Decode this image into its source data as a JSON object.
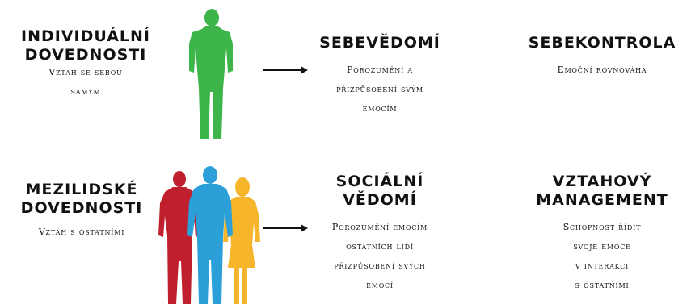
{
  "row1": {
    "left": {
      "title_lines": [
        "INDIVIDUÁLNÍ",
        "DOVEDNOSTI"
      ],
      "subtitle_lines": [
        "Vztah se sebou",
        "samým"
      ]
    },
    "mid": {
      "title": "SEBEVĚDOMÍ",
      "desc_lines": [
        "Porozumění a",
        "přizpůsobení svým",
        "emocím"
      ]
    },
    "right": {
      "title": "SEBEKONTROLA",
      "desc_lines": [
        "Emoční rovnováha"
      ]
    }
  },
  "row2": {
    "left": {
      "title_lines": [
        "MEZILIDSKÉ",
        "DOVEDNOSTI"
      ],
      "subtitle_lines": [
        "Vztah s ostatními"
      ]
    },
    "mid": {
      "title_lines": [
        "SOCIÁLNÍ",
        "VĚDOMÍ"
      ],
      "desc_lines": [
        "Porozumění emocím",
        "ostatních lidí",
        "přizpůsobení svých",
        "emocí"
      ]
    },
    "right": {
      "title_lines": [
        "VZTAHOVÝ",
        "MANAGEMENT"
      ],
      "desc_lines": [
        "Schopnost řídit",
        "svoje emoce",
        "v interakci",
        "s ostatními"
      ]
    }
  },
  "colors": {
    "green": "#3db54a",
    "red": "#c0202e",
    "blue": "#2a9fd8",
    "yellow": "#f7b52c"
  }
}
